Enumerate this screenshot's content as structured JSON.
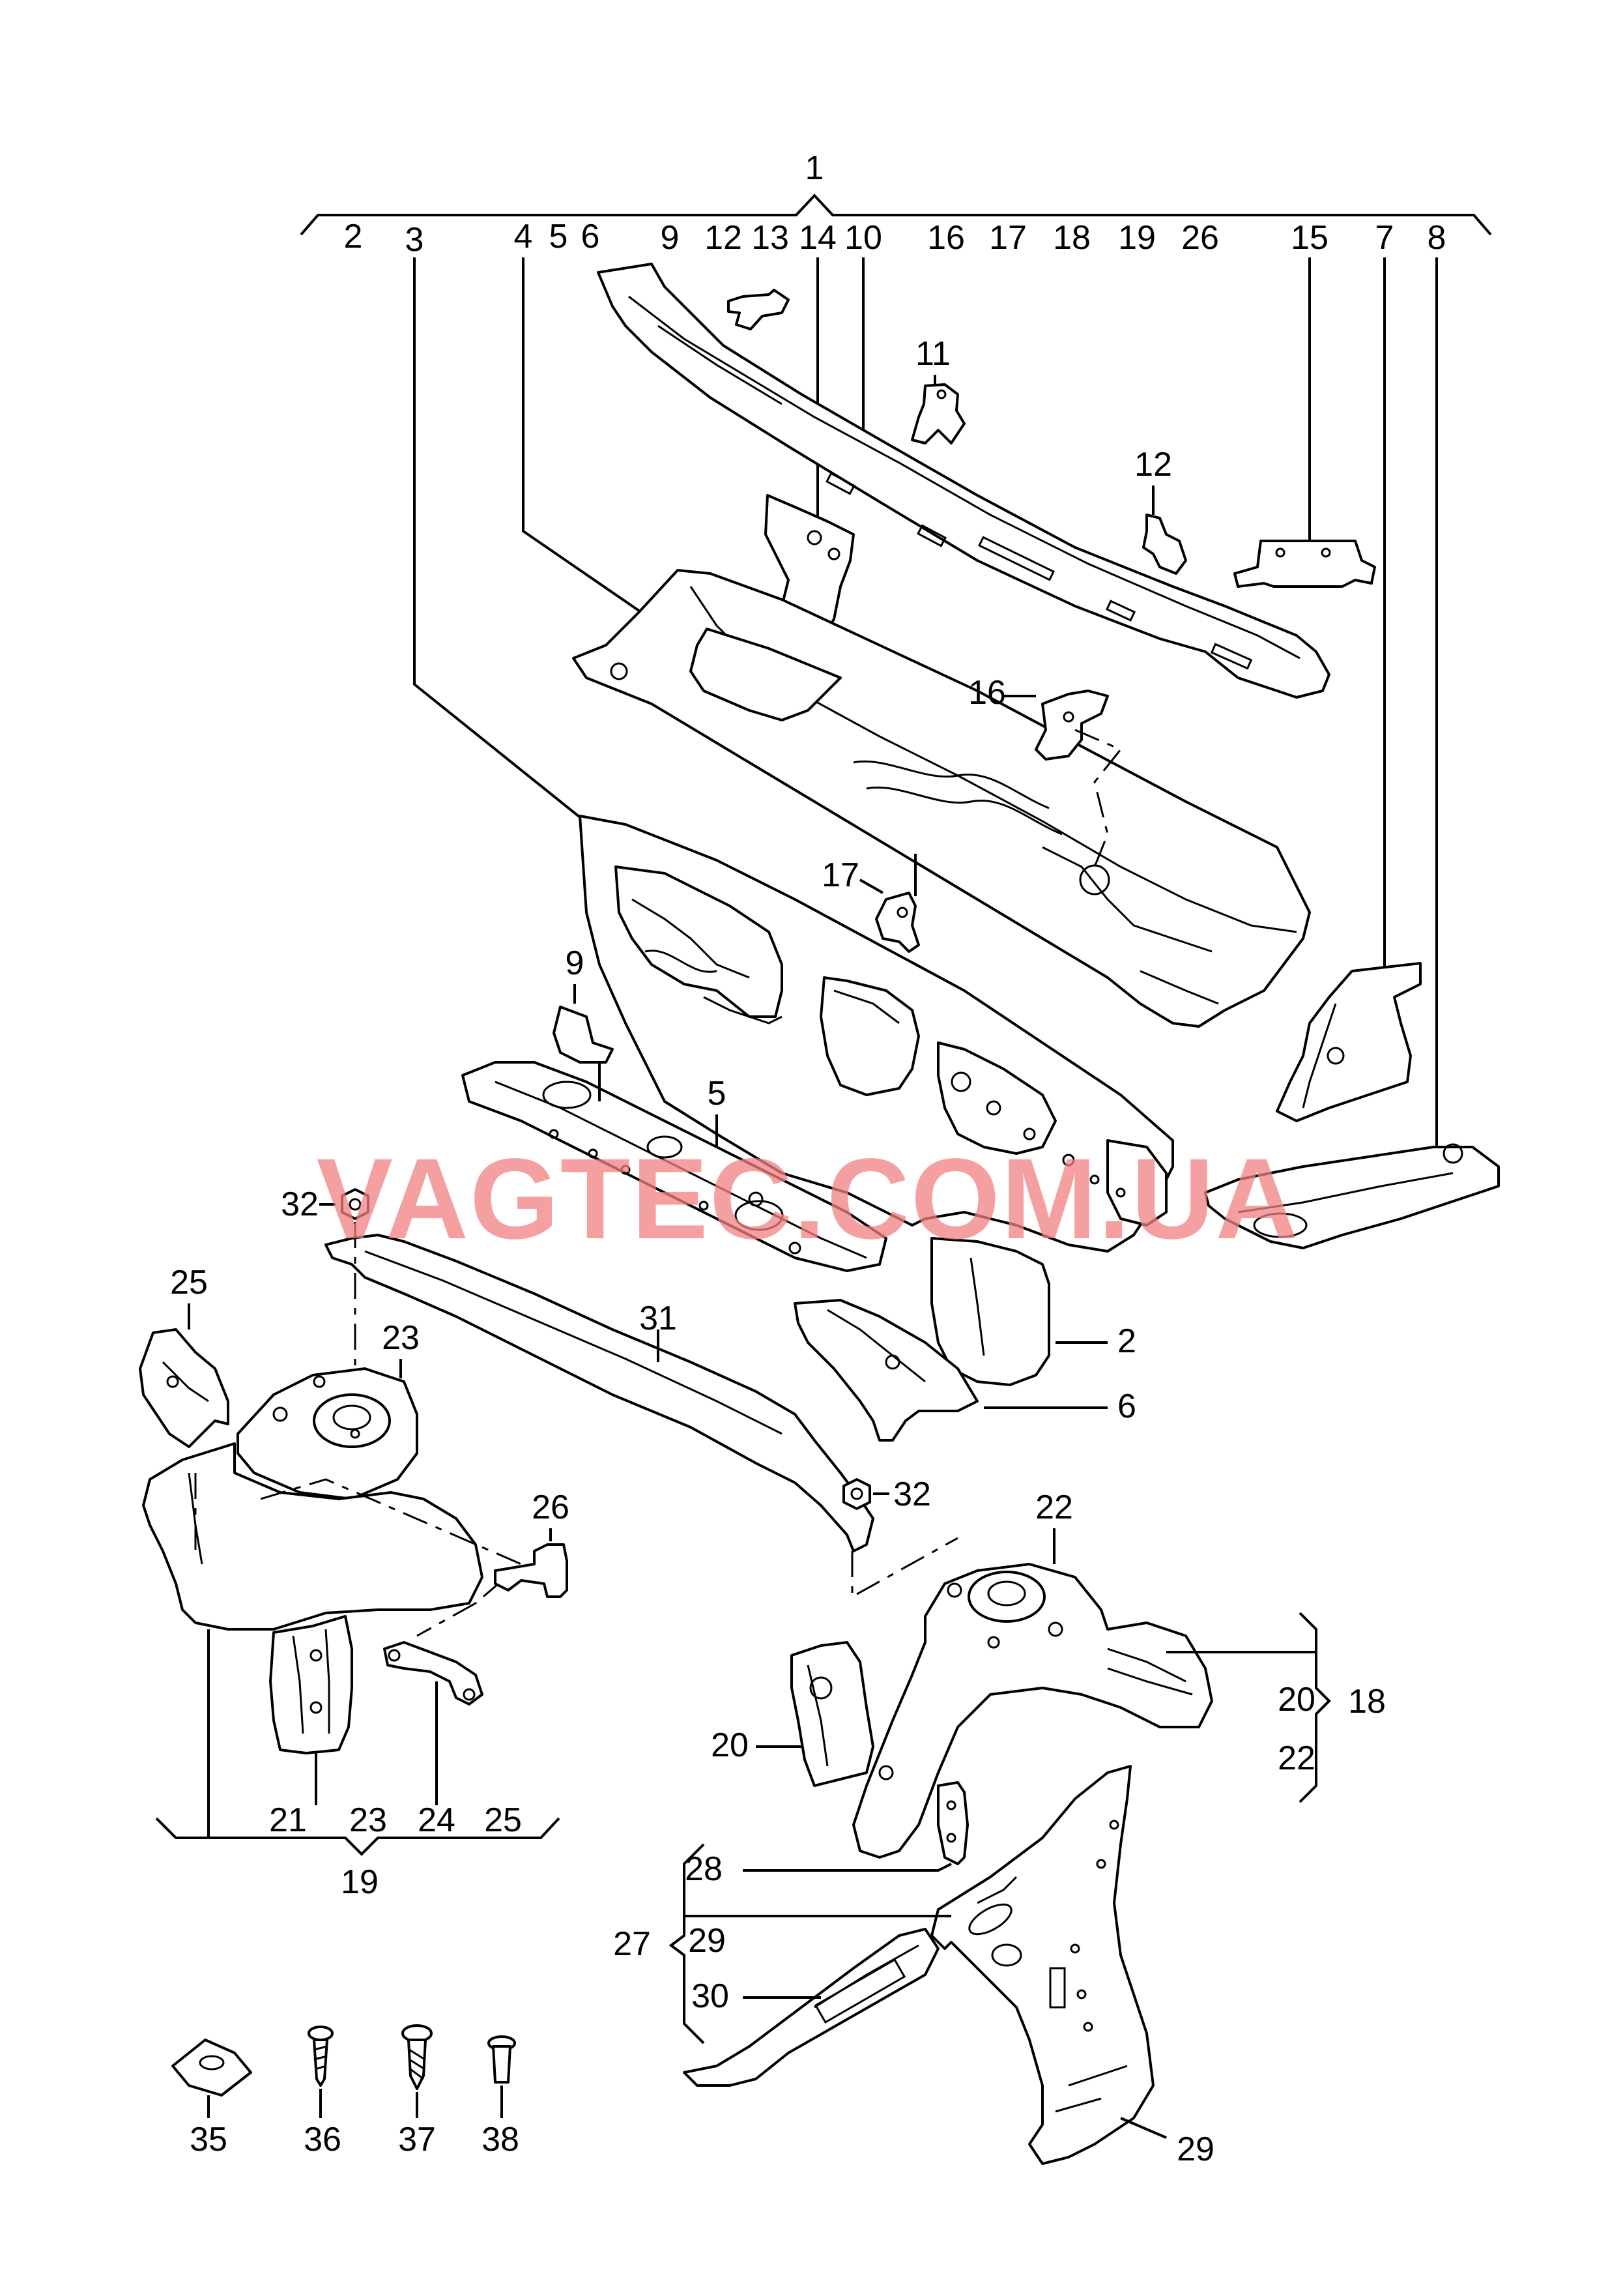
{
  "watermark": "VAGTEC.COM.UA",
  "accent_color": "#f08080",
  "callouts": {
    "c1": "1",
    "top_row": [
      "2",
      "3",
      "4",
      "5",
      "6",
      "9",
      "12",
      "13",
      "14",
      "10",
      "16",
      "17",
      "18",
      "19",
      "26",
      "15",
      "7",
      "8"
    ],
    "c11": "11",
    "c12": "12",
    "c16": "16",
    "c17": "17",
    "c9": "9",
    "c5": "5",
    "c32a": "32",
    "c31": "31",
    "c2": "2",
    "c6": "6",
    "c25": "25",
    "c23": "23",
    "c26": "26",
    "c32b": "32",
    "c22": "22",
    "c20": "20",
    "g18_items": [
      "20",
      "22"
    ],
    "g18": "18",
    "g19_items": [
      "21",
      "23",
      "24",
      "25"
    ],
    "g19": "19",
    "c28": "28",
    "g27_items": [
      "29",
      "30"
    ],
    "g27": "27",
    "c29": "29",
    "fasteners": [
      "35",
      "36",
      "37",
      "38"
    ]
  }
}
